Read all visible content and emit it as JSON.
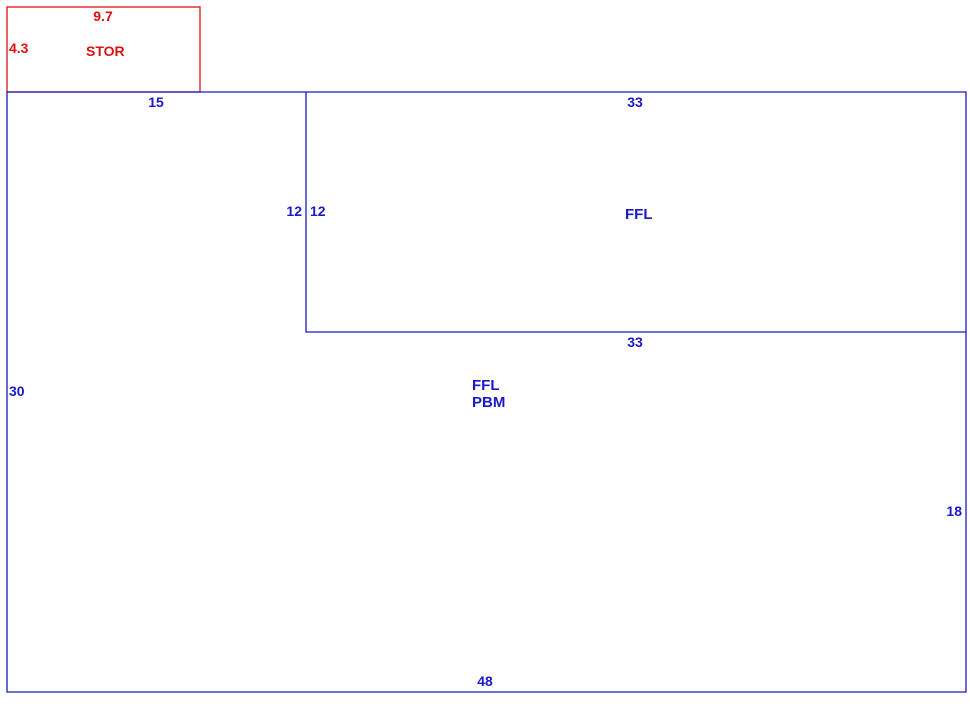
{
  "colors": {
    "main_structure": "#1a1ac8",
    "storage": "#dd1111",
    "background": "#ffffff"
  },
  "storage": {
    "label": "STOR",
    "dim_top": "9.7",
    "dim_left": "4.3"
  },
  "upper_section": {
    "label": "FFL",
    "dim_top": "33",
    "dim_bottom": "33",
    "dim_left": "12"
  },
  "main_section": {
    "label_line1": "FFL",
    "label_line2": "PBM",
    "dim_top": "15",
    "dim_inner_step": "12",
    "dim_left": "30",
    "dim_right": "18",
    "dim_bottom": "48"
  }
}
